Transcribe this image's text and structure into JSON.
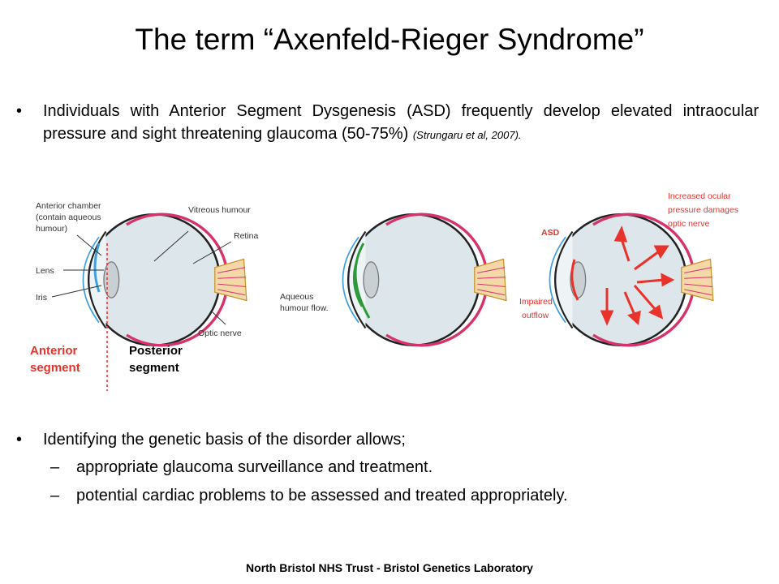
{
  "title": "The term “Axenfeld-Rieger Syndrome”",
  "bullet1": {
    "text": "Individuals with Anterior Segment Dysgenesis (ASD) frequently develop elevated intraocular pressure and sight threatening glaucoma (50-75%)",
    "citation": "(Strungaru et al, 2007)."
  },
  "diagram1": {
    "anterior_chamber": [
      "Anterior chamber",
      "(contain aqueous",
      "humour)"
    ],
    "vitreous_humour": "Vitreous humour",
    "retina": "Retina",
    "lens": "Lens",
    "iris": "Iris",
    "optic_nerve": "Optic nerve",
    "anterior_segment": [
      "Anterior",
      "segment"
    ],
    "posterior_segment": [
      "Posterior",
      "segment"
    ]
  },
  "diagram2": {
    "aqueous_flow": [
      "Aqueous",
      "humour flow."
    ]
  },
  "diagram3": {
    "increased_pressure": [
      "Increased ocular",
      "pressure damages",
      "optic nerve"
    ],
    "asd": "ASD",
    "impaired_outflow": [
      "Impaired",
      "outflow"
    ]
  },
  "bullet2": {
    "text": "Identifying the genetic basis of the disorder allows;",
    "items": [
      "appropriate glaucoma surveillance and treatment.",
      "potential cardiac problems to be assessed and treated appropriately."
    ]
  },
  "footer": "North Bristol NHS Trust - Bristol Genetics Laboratory",
  "colors": {
    "accent_red": "#e8322a",
    "eye_fill": "#dde6ea",
    "lens_fill": "#c8d0d4",
    "flow_green": "#2a9a3a",
    "cornea_blue": "#3fa0e0"
  }
}
